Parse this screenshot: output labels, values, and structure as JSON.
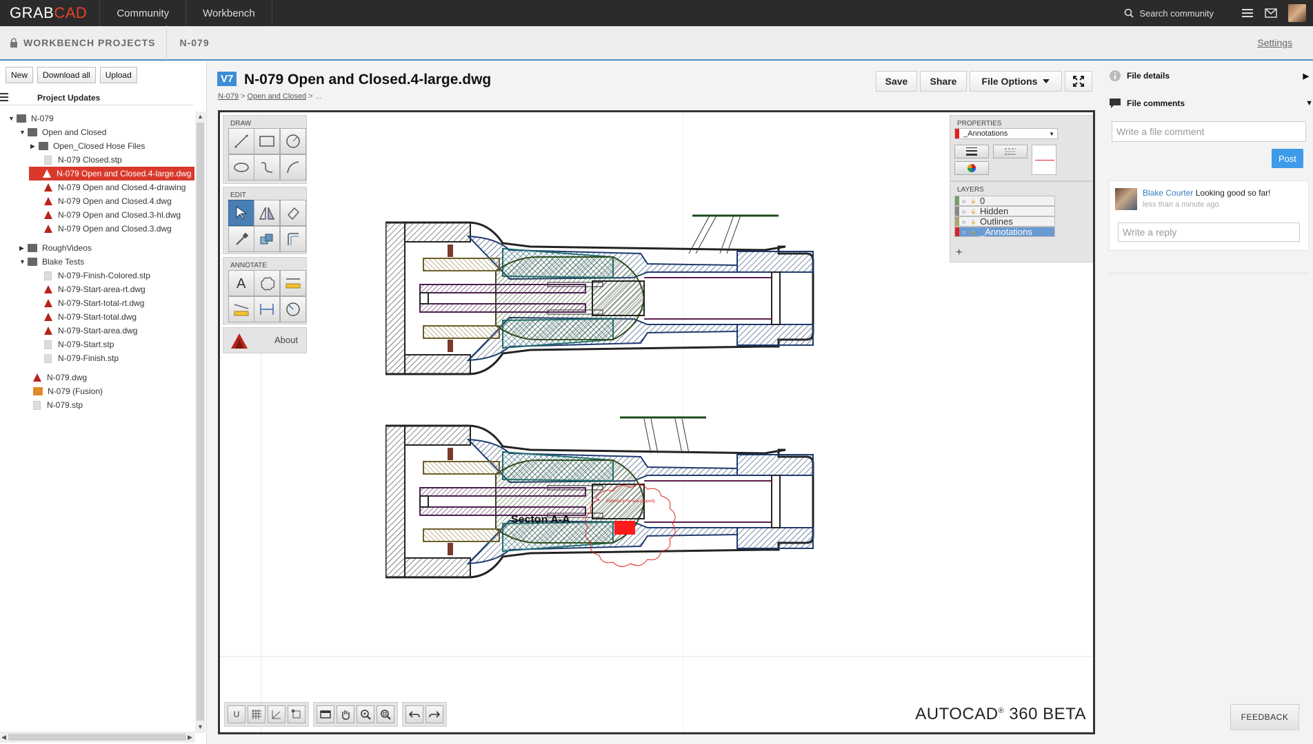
{
  "topbar": {
    "logo_left": "GRAB",
    "logo_right": "CAD",
    "nav": [
      "Community",
      "Workbench"
    ],
    "search_placeholder": "Search community"
  },
  "breadcrumb": {
    "root": "WORKBENCH PROJECTS",
    "project": "N-079",
    "settings": "Settings"
  },
  "left": {
    "buttons": [
      "New",
      "Download all",
      "Upload"
    ],
    "project_updates": "Project Updates",
    "tree": [
      {
        "label": "N-079",
        "type": "folder",
        "depth": 0,
        "expanded": true
      },
      {
        "label": "Open and Closed",
        "type": "folder",
        "depth": 1,
        "expanded": true
      },
      {
        "label": "Open_Closed Hose Files",
        "type": "folder",
        "depth": 2,
        "expanded": false
      },
      {
        "label": "N-079 Closed.stp",
        "type": "stp",
        "depth": 2
      },
      {
        "label": "N-079 Open and Closed.4-large.dwg",
        "type": "dwg",
        "depth": 2,
        "selected": true
      },
      {
        "label": "N-079 Open and Closed.4-drawing",
        "type": "dwg",
        "depth": 2
      },
      {
        "label": "N-079 Open and Closed.4.dwg",
        "type": "dwg",
        "depth": 2
      },
      {
        "label": "N-079 Open and Closed.3-hl.dwg",
        "type": "dwg",
        "depth": 2
      },
      {
        "label": "N-079 Open and Closed.3.dwg",
        "type": "dwg",
        "depth": 2
      },
      {
        "label": "RoughVideos",
        "type": "folder",
        "depth": 1,
        "expanded": false,
        "gap": true
      },
      {
        "label": "Blake Tests",
        "type": "folder",
        "depth": 1,
        "expanded": true
      },
      {
        "label": "N-079-Finish-Colored.stp",
        "type": "stp",
        "depth": 2
      },
      {
        "label": "N-079-Start-area-rt.dwg",
        "type": "dwg",
        "depth": 2
      },
      {
        "label": "N-079-Start-total-rt.dwg",
        "type": "dwg",
        "depth": 2
      },
      {
        "label": "N-079-Start-total.dwg",
        "type": "dwg",
        "depth": 2
      },
      {
        "label": "N-079-Start-area.dwg",
        "type": "dwg",
        "depth": 2
      },
      {
        "label": "N-079-Start.stp",
        "type": "stp",
        "depth": 2
      },
      {
        "label": "N-079-Finish.stp",
        "type": "stp",
        "depth": 2
      },
      {
        "label": "N-079.dwg",
        "type": "dwg",
        "depth": 1,
        "gap": true
      },
      {
        "label": "N-079 (Fusion)",
        "type": "fusion",
        "depth": 1
      },
      {
        "label": "N-079.stp",
        "type": "stp",
        "depth": 1
      }
    ]
  },
  "file": {
    "version": "V7",
    "title": "N-079 Open and Closed.4-large.dwg",
    "crumb_root": "N-079",
    "crumb_folder": "Open and Closed",
    "crumb_tail": "> ...",
    "save": "Save",
    "share": "Share",
    "file_options": "File Options"
  },
  "viewer": {
    "draw_title": "DRAW",
    "edit_title": "EDIT",
    "annotate_title": "ANNOTATE",
    "about": "About",
    "properties_title": "PROPERTIES",
    "properties_layer": "_Annotations",
    "layers_title": "LAYERS",
    "layers": [
      {
        "name": "0",
        "color": "#7a9a6a"
      },
      {
        "name": "Hidden",
        "color": "#888888"
      },
      {
        "name": "Outlines",
        "color": "#b0a070"
      },
      {
        "name": "_Annotations",
        "color": "#e02020",
        "selected": true
      }
    ],
    "add_layer": "+",
    "section_label": "Secton A-A",
    "note_text": "Extend Lip to seal properly",
    "brand": "AUTOCAD",
    "brand_reg": "®",
    "brand_tail": "360 BETA",
    "bottom_u": "U"
  },
  "right": {
    "file_details": "File details",
    "file_comments": "File comments",
    "comment_placeholder": "Write a file comment",
    "post": "Post",
    "comment_author": "Blake Courter",
    "comment_text": "Looking good so far!",
    "comment_time": "less than a minute ago",
    "reply_placeholder": "Write a reply",
    "feedback": "FEEDBACK"
  },
  "colors": {
    "accent": "#3d8ed6",
    "selection": "#d9382b"
  }
}
